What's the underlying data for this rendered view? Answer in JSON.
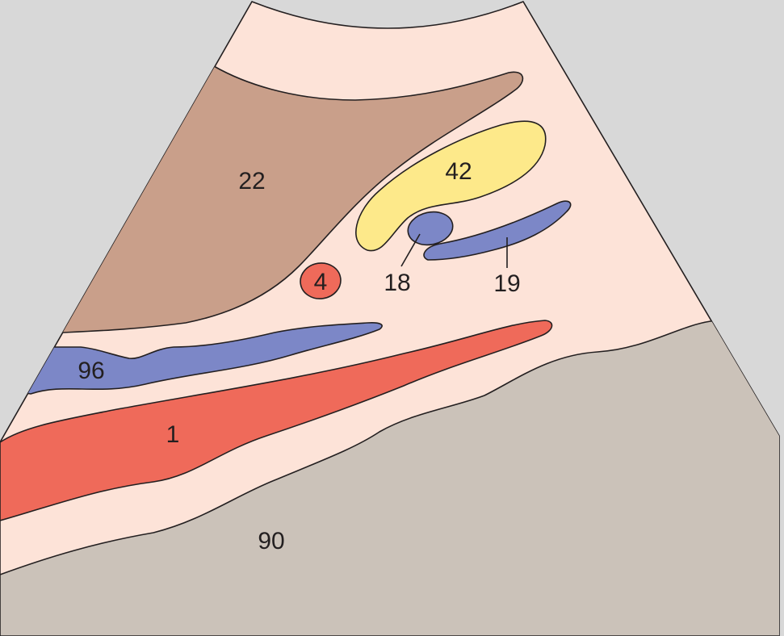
{
  "colors": {
    "background": "#d8d8d8",
    "field": "#fde3d8",
    "liver": "#c99f8a",
    "artery": "#ef6a5a",
    "vein": "#7c87c7",
    "yellow_structure": "#fde98a",
    "deep_tissue": "#cbc2b9",
    "outline": "#231f20"
  },
  "labels": {
    "l22": "22",
    "l42": "42",
    "l4": "4",
    "l18": "18",
    "l19": "19",
    "l96": "96",
    "l1": "1",
    "l90": "90"
  }
}
